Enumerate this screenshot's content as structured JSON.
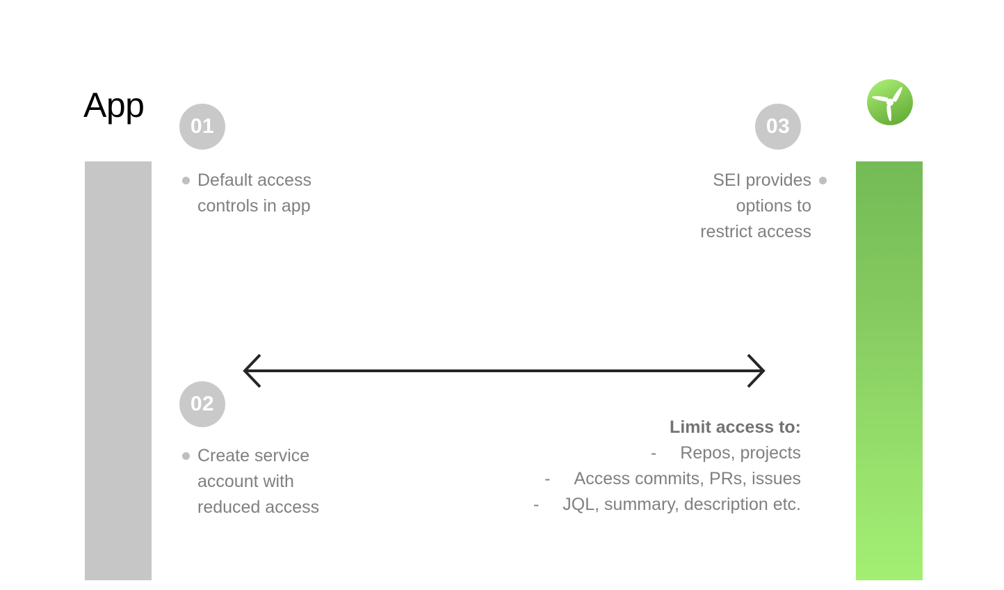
{
  "slide": {
    "title": "App",
    "background_color": "#ffffff"
  },
  "bars": {
    "left": {
      "name": "app-column-bar",
      "color": "#c6c6c6"
    },
    "right": {
      "name": "sei-column-bar",
      "color_top": "#74bb56",
      "color_bottom": "#a3ef73"
    }
  },
  "steps": [
    {
      "number": "01",
      "text": "Default access\ncontrols in app",
      "align": "left"
    },
    {
      "number": "02",
      "text": "Create service\naccount with\nreduced access",
      "align": "left"
    },
    {
      "number": "03",
      "text": "SEI provides\noptions to\nrestrict access",
      "align": "right"
    }
  ],
  "limit_access": {
    "title": "Limit access to:",
    "dash": "-",
    "items": [
      "Repos, projects",
      "Access commits, PRs, issues",
      "JQL, summary, description etc."
    ]
  },
  "arrow": {
    "name": "double-headed-arrow",
    "color": "#262626",
    "direction": "bidirectional"
  },
  "logo": {
    "name": "sei-propeller-logo",
    "color_top": "#a5e86f",
    "color_bottom": "#6ab53f",
    "blade_color": "#ffffff"
  },
  "colors": {
    "badge_gray": "#c9c9c9",
    "body_text": "#808080",
    "bullet_dot": "#bfbfbf",
    "title_black": "#000000"
  }
}
